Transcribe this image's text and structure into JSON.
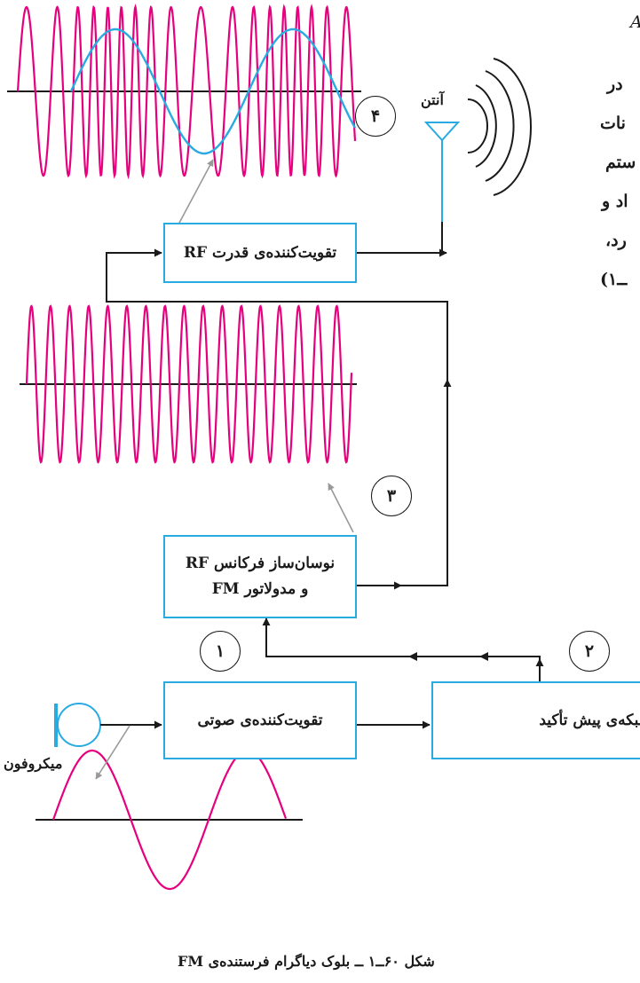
{
  "blocks": {
    "rf_power_amp": "تقویت‌کننده‌ی قدرت RF",
    "oscillator_line1": "نوسان‌ساز فرکانس RF",
    "oscillator_line2": "و مدولاتور FM",
    "audio_amp": "تقویت‌کننده‌ی صوتی",
    "pre_emphasis": "شبکه‌ی پیش تأکید"
  },
  "labels": {
    "antenna": "آنتن",
    "microphone": "میکروفون"
  },
  "stage_numbers": [
    "۱",
    "۲",
    "۳",
    "۴"
  ],
  "caption": "شکل ۶۰ــ۱ ــ بلوک دیاگرام فرستنده‌ی FM",
  "side_text_fragments": [
    "A",
    "در",
    "نات",
    "ستم",
    "اد و",
    "رد،",
    "ــ۱)"
  ],
  "colors": {
    "block_border": "#29abe2",
    "carrier_wave": "#e6007e",
    "audio_wave": "#29abe2",
    "arrow": "#1a1a1a",
    "pointer_arrow": "#999999"
  }
}
